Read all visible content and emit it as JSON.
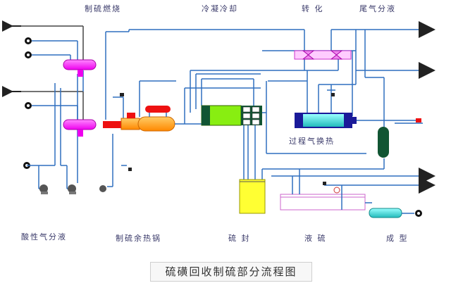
{
  "top_labels": {
    "sulfur_combustion": "制硫燃烧",
    "condensation_cooling": "冷凝冷却",
    "conversion": "转  化",
    "tail_gas_separation": "尾气分液"
  },
  "bottom_labels": {
    "acid_gas_separation": "酸性气分液",
    "waste_heat_boiler": "制硫余热锅",
    "sulfur_seal": "硫  封",
    "liquid_sulfur": "液  硫",
    "forming": "成  型"
  },
  "mid_labels": {
    "process_gas_heat_exchange": "过程气换热"
  },
  "caption": "硫磺回收制硫部分流程图",
  "colors": {
    "pipe": "#2f6fbf",
    "magenta": "#ff33ff",
    "orange": "#ff9900",
    "red": "#ee1111",
    "green": "#88ee11",
    "dark_green": "#115533",
    "yellow": "#ffff33",
    "cyan": "#33cccc",
    "navy": "#1a1a99"
  }
}
